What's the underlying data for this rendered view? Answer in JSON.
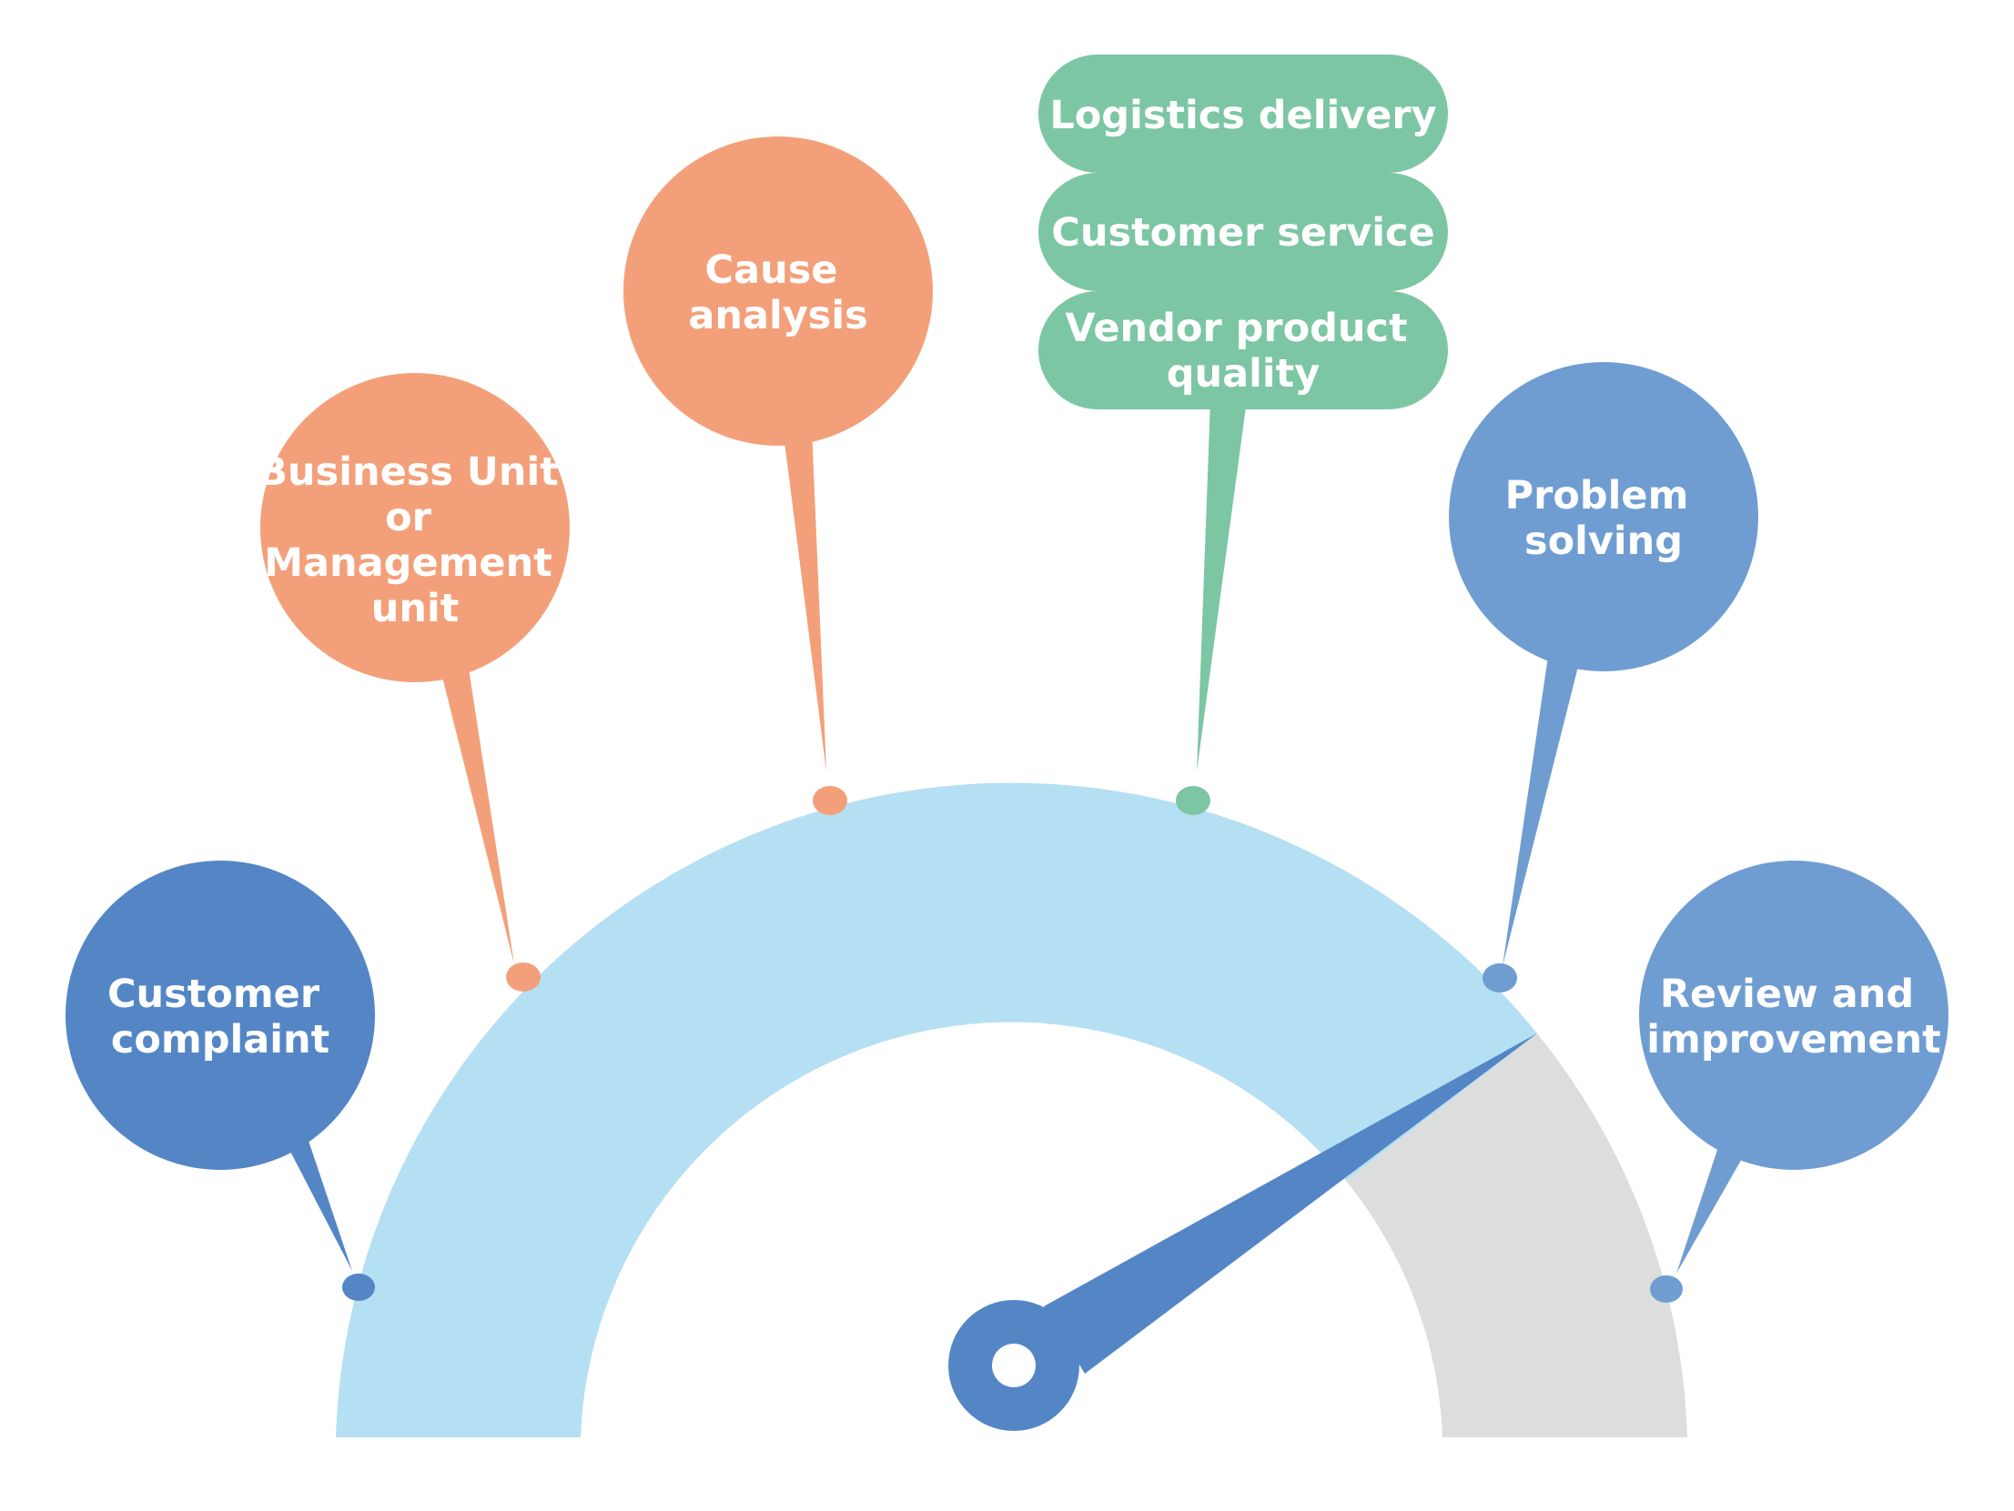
{
  "colors": {
    "background": "#ffffff",
    "arc_progress": "#b5dff3",
    "arc_remaining": "#dcdddd",
    "blue_dark": "#5486c6",
    "blue_light": "#6f9dd2",
    "orange": "#f3a07a",
    "green": "#7cc6a3",
    "pointer": "#5486c6"
  },
  "gauge": {
    "progress_fraction": 0.8
  },
  "bubbles": [
    {
      "id": "customer-complaint",
      "lines": [
        "Customer",
        "complaint"
      ],
      "color": "blue_dark"
    },
    {
      "id": "business-unit",
      "lines": [
        "Business Unit",
        "or",
        "Management",
        "unit"
      ],
      "color": "orange"
    },
    {
      "id": "cause-analysis",
      "lines": [
        "Cause",
        "analysis"
      ],
      "color": "orange"
    },
    {
      "id": "cause-list",
      "lines": [
        "Logistics delivery",
        "Customer service",
        "Vendor product quality"
      ],
      "color": "green"
    },
    {
      "id": "problem-solving",
      "lines": [
        "Problem",
        "solving"
      ],
      "color": "blue_light"
    },
    {
      "id": "review-improvement",
      "lines": [
        "Review and",
        "improvement"
      ],
      "color": "blue_light"
    }
  ],
  "labels": {
    "customer_complaint": [
      "Customer",
      "complaint"
    ],
    "business_unit": [
      "Business Unit",
      "or",
      "Management",
      "unit"
    ],
    "cause_analysis": [
      "Cause",
      "analysis"
    ],
    "logistics_delivery": "Logistics delivery",
    "customer_service": "Customer service",
    "vendor_product_quality": [
      "Vendor product",
      "quality"
    ],
    "problem_solving": [
      "Problem",
      "solving"
    ],
    "review_improvement": [
      "Review and",
      "improvement"
    ]
  }
}
